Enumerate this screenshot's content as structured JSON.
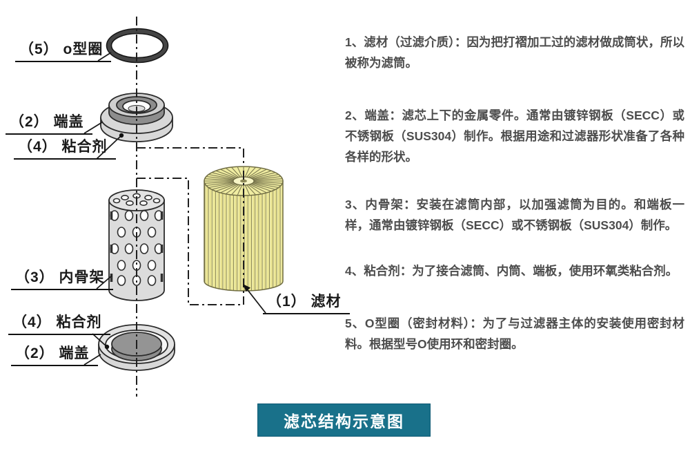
{
  "colors": {
    "background": "#ffffff",
    "accent_teal": "#19718a",
    "caption_text": "#ffffff",
    "notes_text": "#4d4d4d",
    "label_text": "#1a1a1a",
    "filter_media_yellow": "#f2efa9",
    "metal_light": "#d8d8d8",
    "metal_dark": "#8d8d8d",
    "outline": "#2b2b2b"
  },
  "diagram": {
    "labels": [
      {
        "text": "（5） o型圈"
      },
      {
        "text": "（2） 端盖"
      },
      {
        "text": "（4） 粘合剂"
      },
      {
        "text": "（3） 内骨架"
      },
      {
        "text": "（4） 粘合剂"
      },
      {
        "text": "（2） 端盖"
      },
      {
        "text": "（1） 滤材"
      }
    ]
  },
  "notes": [
    {
      "text": "1、滤材（过滤介质）：因为把打褶加工过的滤材做成筒状，所以被称为滤筒。"
    },
    {
      "text": "2、端盖：滤芯上下的金属零件。通常由镀锌钢板（SECC）或不锈钢板（SUS304）制作。根据用途和过滤器形状准备了各种各样的形状。"
    },
    {
      "text": "3、内骨架：安装在滤筒内部，以加强滤筒为目的。和端板一样，通常由镀锌钢板（SECC）或不锈钢板（SUS304）制作。"
    },
    {
      "text": "4、粘合剂：为了接合滤筒、内筒、端板，使用环氧类粘合剂。"
    },
    {
      "text": "5、O型圈（密封材料）：为了与过滤器主体的安装使用密封材料。根据型号O使用环和密封圈。"
    }
  ],
  "caption": {
    "text": "滤芯结构示意图"
  }
}
